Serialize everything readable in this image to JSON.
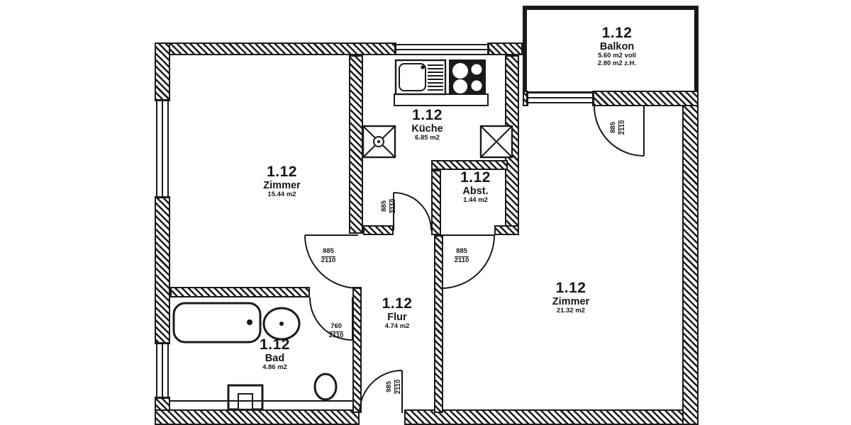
{
  "plan": {
    "rooms": {
      "zimmer_left": {
        "id": "1.12",
        "name": "Zimmer",
        "area": "15.44 m2"
      },
      "kueche": {
        "id": "1.12",
        "name": "Küche",
        "area": "6.85 m2"
      },
      "abst": {
        "id": "1.12",
        "name": "Abst.",
        "area": "1.44 m2"
      },
      "zimmer_right": {
        "id": "1.12",
        "name": "Zimmer",
        "area": "21.32 m2"
      },
      "flur": {
        "id": "1.12",
        "name": "Flur",
        "area": "4.74 m2"
      },
      "bad": {
        "id": "1.12",
        "name": "Bad",
        "area": "4.86 m2"
      },
      "balkon": {
        "id": "1.12",
        "name": "Balkon",
        "area_full": "5.60 m2 voll",
        "area_half": "2.80 m2 z.H."
      }
    },
    "doors": {
      "zimmer_left_door": {
        "w": "885",
        "h": "2110"
      },
      "zimmer_right_door": {
        "w": "885",
        "h": "2110"
      },
      "kueche_door": {
        "w": "885",
        "h": "2110"
      },
      "bad_door": {
        "w": "760",
        "h": "2110"
      },
      "balkon_door": {
        "w": "885",
        "h": "2110"
      },
      "entrance_door": {
        "w": "985",
        "h": "2110"
      }
    },
    "colors": {
      "wall": "#1a1a1a",
      "background": "#ffffff"
    }
  }
}
